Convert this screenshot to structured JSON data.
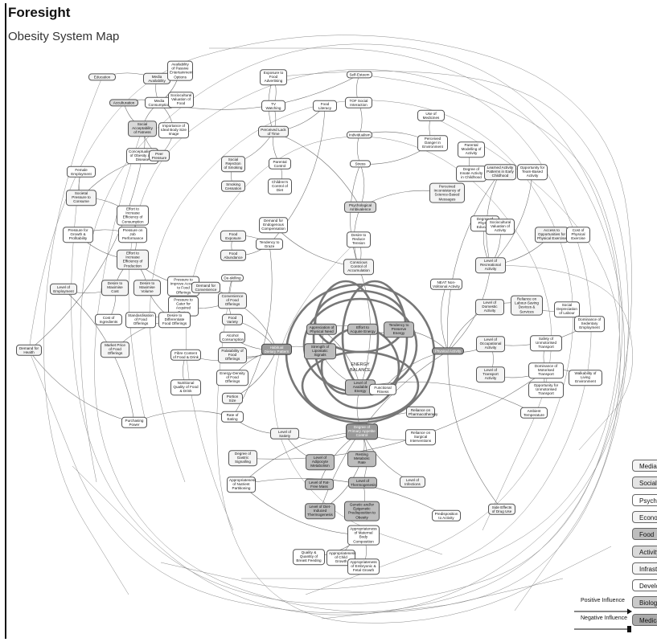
{
  "header": {
    "brand": "Foresight",
    "title": "Obesity System Map"
  },
  "center": {
    "label": "ENERGY BALANCE"
  },
  "legend": {
    "categories": [
      {
        "label": "Media",
        "color": "#f4f4f4"
      },
      {
        "label": "Social",
        "color": "#e4e4e4"
      },
      {
        "label": "Psychological",
        "color": "#ffffff"
      },
      {
        "label": "Economics",
        "color": "#f4f4f4"
      },
      {
        "label": "Food",
        "color": "#bdbdbd"
      },
      {
        "label": "Activity",
        "color": "#d9d9d9"
      },
      {
        "label": "Infrastructure",
        "color": "#f4f4f4"
      },
      {
        "label": "Development",
        "color": "#ffffff"
      },
      {
        "label": "Biological",
        "color": "#c9c9c9"
      },
      {
        "label": "Medical",
        "color": "#a9a9a9"
      }
    ],
    "positive": "Positive Influence",
    "negative": "Negative Influence"
  },
  "nodes": [
    {
      "text": "Education",
      "cls": ""
    },
    {
      "text": "Media Availability",
      "cls": ""
    },
    {
      "text": "Availability of Passive Entertainment Options",
      "cls": "plain"
    },
    {
      "text": "Exposure to Food Advertising",
      "cls": "plain"
    },
    {
      "text": "Self-Esteem",
      "cls": "plain"
    },
    {
      "text": "Acculturation",
      "cls": "soc"
    },
    {
      "text": "Media Consumption",
      "cls": "plain"
    },
    {
      "text": "Sociocultural Valuation of Food",
      "cls": "plain"
    },
    {
      "text": "TV Watching",
      "cls": "plain"
    },
    {
      "text": "Food Literacy",
      "cls": "plain"
    },
    {
      "text": "TOF Social Interaction",
      "cls": "plain"
    },
    {
      "text": "Use of Medicines",
      "cls": "plain"
    },
    {
      "text": "Social Acceptability of Fatness",
      "cls": "soc"
    },
    {
      "text": "Importance of Ideal Body Size Image",
      "cls": "plain"
    },
    {
      "text": "Perceived Lack of Time",
      "cls": ""
    },
    {
      "text": "Individualism",
      "cls": "plain"
    },
    {
      "text": "Perceived Danger in Environment",
      "cls": "plain"
    },
    {
      "text": "Conceptualisation of Obesity as a Disease",
      "cls": "plain"
    },
    {
      "text": "Peer Pressure",
      "cls": ""
    },
    {
      "text": "Parental Modelling of Activity",
      "cls": "plain"
    },
    {
      "text": "Female Employment",
      "cls": "plain"
    },
    {
      "text": "Social Rejection of Smoking",
      "cls": ""
    },
    {
      "text": "Parental Control",
      "cls": "plain"
    },
    {
      "text": "Stress",
      "cls": "plain"
    },
    {
      "text": "Degree of Innate Activity in Childhood",
      "cls": "plain"
    },
    {
      "text": "Learned Activity Patterns in Early Childhood",
      "cls": ""
    },
    {
      "text": "Opportunity for Team-Based Activity",
      "cls": "plain"
    },
    {
      "text": "Smoking Cessation",
      "cls": ""
    },
    {
      "text": "Children's Control of Diet",
      "cls": "plain"
    },
    {
      "text": "Perceived Inconsistency of Science-Based Messages",
      "cls": ""
    },
    {
      "text": "Societal Pressure to Consume",
      "cls": ""
    },
    {
      "text": "Effort to Increase Efficiency of Consumption",
      "cls": "plain"
    },
    {
      "text": "Demand for Endogenous Compensation",
      "cls": "plain"
    },
    {
      "text": "Psychological Ambivalence",
      "cls": "soc"
    },
    {
      "text": "Degree of Physical Education",
      "cls": "plain"
    },
    {
      "text": "Sociocultural Valuation of Activity",
      "cls": "plain"
    },
    {
      "text": "Pressure for Growth & Profitability",
      "cls": "plain"
    },
    {
      "text": "Pressure on Job Performance",
      "cls": "plain"
    },
    {
      "text": "Food Exposure",
      "cls": ""
    },
    {
      "text": "Tendency to Graze",
      "cls": "plain"
    },
    {
      "text": "Desire to Reduce Tension",
      "cls": "plain"
    },
    {
      "text": "Access to Opportunities for Physical Exercise",
      "cls": ""
    },
    {
      "text": "Cost of Physical Exercise",
      "cls": "plain"
    },
    {
      "text": "Effort to Increase Efficiency of Production",
      "cls": ""
    },
    {
      "text": "Food Abundance",
      "cls": ""
    },
    {
      "text": "Conscious Control of Accumulation",
      "cls": ""
    },
    {
      "text": "Level of Recreational Activity",
      "cls": ""
    },
    {
      "text": "Pressure to Improve Access to Food Offerings",
      "cls": "plain"
    },
    {
      "text": "De-skilling",
      "cls": "plain"
    },
    {
      "text": "Level of Employment",
      "cls": ""
    },
    {
      "text": "Desire to Maximise Cost",
      "cls": ""
    },
    {
      "text": "Desire to Maximise Volume",
      "cls": ""
    },
    {
      "text": "Demand for Convenience",
      "cls": ""
    },
    {
      "text": "Pressure to Cater for Acquired Tastes",
      "cls": "plain"
    },
    {
      "text": "Convenience of Food Offerings",
      "cls": ""
    },
    {
      "text": "NEAT Non-Volitional Activity",
      "cls": "plain"
    },
    {
      "text": "Level of Domestic Activity",
      "cls": ""
    },
    {
      "text": "Reliance on Labour-Saving Devices & Services",
      "cls": ""
    },
    {
      "text": "Social Depreciation of Labour",
      "cls": "plain"
    },
    {
      "text": "Cost of Ingredients",
      "cls": "plain"
    },
    {
      "text": "Standardisation of Food Offerings",
      "cls": "plain"
    },
    {
      "text": "Desire to Differentiate Food Offerings",
      "cls": "plain"
    },
    {
      "text": "Food Variety",
      "cls": ""
    },
    {
      "text": "Alcohol Consumption",
      "cls": "plain"
    },
    {
      "text": "Dominance of Sedentary Employment",
      "cls": "plain"
    },
    {
      "text": "Market Price of Food Offerings",
      "cls": ""
    },
    {
      "text": "Fibre Content of Food & Drink",
      "cls": "plain"
    },
    {
      "text": "Habitual Dietary Pattern",
      "cls": "dark"
    },
    {
      "text": "Strength of Lipostatic Signals",
      "cls": "mid"
    },
    {
      "text": "Appreciation of Physical Need",
      "cls": "mid"
    },
    {
      "text": "Effort to Acquire Energy",
      "cls": "mid"
    },
    {
      "text": "Tendency to Preserve Energy",
      "cls": "mid"
    },
    {
      "text": "Physical Activity",
      "cls": "dark"
    },
    {
      "text": "Level of Occupational Activity",
      "cls": ""
    },
    {
      "text": "Safety of Unmotorised Transport",
      "cls": "plain"
    },
    {
      "text": "Demand for Health",
      "cls": ""
    },
    {
      "text": "Palatability of Food Offerings",
      "cls": ""
    },
    {
      "text": "Energy-Density of Food Offerings",
      "cls": "plain"
    },
    {
      "text": "Level of Available Energy",
      "cls": "mid"
    },
    {
      "text": "Functional Fitness",
      "cls": "plain"
    },
    {
      "text": "Level of Transport Activity",
      "cls": ""
    },
    {
      "text": "Dominance of Motorised Transport",
      "cls": "plain"
    },
    {
      "text": "Walkability of Living Environment",
      "cls": "plain"
    },
    {
      "text": "Nutritional Quality of Food & Drink",
      "cls": "plain"
    },
    {
      "text": "Portion Size",
      "cls": ""
    },
    {
      "text": "Reliance on Pharmacotherapy",
      "cls": ""
    },
    {
      "text": "Opportunity for Unmotorised Transport",
      "cls": "plain"
    },
    {
      "text": "Purchasing Power",
      "cls": "plain"
    },
    {
      "text": "Rate of Eating",
      "cls": "plain"
    },
    {
      "text": "Level of Satiety",
      "cls": ""
    },
    {
      "text": "Degree of Primary Appetite Control",
      "cls": "dark"
    },
    {
      "text": "Reliance on Surgical Interventions",
      "cls": "plain"
    },
    {
      "text": "Ambient Temperature",
      "cls": "plain"
    },
    {
      "text": "Degree of Gastric Signalling",
      "cls": ""
    },
    {
      "text": "Level of Adipocyte Metabolism",
      "cls": "mid"
    },
    {
      "text": "Resting Metabolic Rate",
      "cls": "mid"
    },
    {
      "text": "Level of Fat-Free Mass",
      "cls": "mid"
    },
    {
      "text": "Level of Thermogenesis",
      "cls": "mid"
    },
    {
      "text": "Level of Infections",
      "cls": ""
    },
    {
      "text": "Level of Diet-Induced Thermogenesis",
      "cls": "mid"
    },
    {
      "text": "Genetic and/or Epigenetic Predisposition to Obesity",
      "cls": "mid"
    },
    {
      "text": "Appropriateness of Nutrient Partitioning",
      "cls": "plain"
    },
    {
      "text": "Predisposition to Activity",
      "cls": "plain"
    },
    {
      "text": "Side Effects of Drug Use",
      "cls": ""
    },
    {
      "text": "Appropriateness of Maternal Body Composition",
      "cls": "plain"
    },
    {
      "text": "Quality & Quantity of Breast Feeding",
      "cls": "plain"
    },
    {
      "text": "Appropriateness of Child Growth",
      "cls": "plain"
    },
    {
      "text": "Appropriateness of Embryonic & Fetal Growth",
      "cls": "plain"
    }
  ]
}
